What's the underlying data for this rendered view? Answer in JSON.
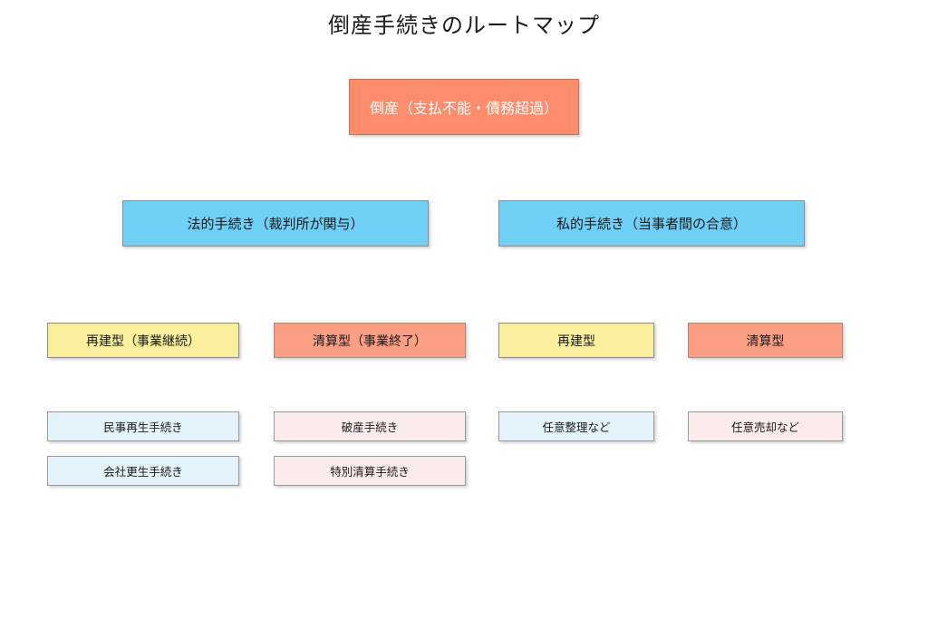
{
  "title": "倒産手続きのルートマップ",
  "colors": {
    "root_fill": "#fc8d6c",
    "root_text": "#ffffff",
    "branch_blue": "#6fcff5",
    "category_yellow": "#f9ee9c",
    "category_salmon": "#fb9e83",
    "leaf_pale_blue": "#e3f3fa",
    "leaf_pale_pink": "#faeceb",
    "text": "#1a1a1a",
    "background": "#ffffff"
  },
  "nodes": {
    "insolvency": {
      "label": "倒産（支払不能・債務超過）"
    },
    "legal": {
      "label": "法的手続き（裁判所が関与）"
    },
    "private": {
      "label": "私的手続き（当事者間の合意）"
    },
    "rebuild_legal": {
      "label": "再建型（事業継続）"
    },
    "liquidation_legal": {
      "label": "清算型（事業終了）"
    },
    "rebuild_private": {
      "label": "再建型"
    },
    "liquidation_private": {
      "label": "清算型"
    },
    "civil_rehabilitation": {
      "label": "民事再生手続き"
    },
    "bankruptcy_procedure": {
      "label": "破産手続き"
    },
    "voluntary_arrangement": {
      "label": "任意整理など"
    },
    "voluntary_sale": {
      "label": "任意売却など"
    },
    "corporate_reorganization": {
      "label": "会社更生手続き"
    },
    "special_liquidation": {
      "label": "特別清算手続き"
    }
  }
}
